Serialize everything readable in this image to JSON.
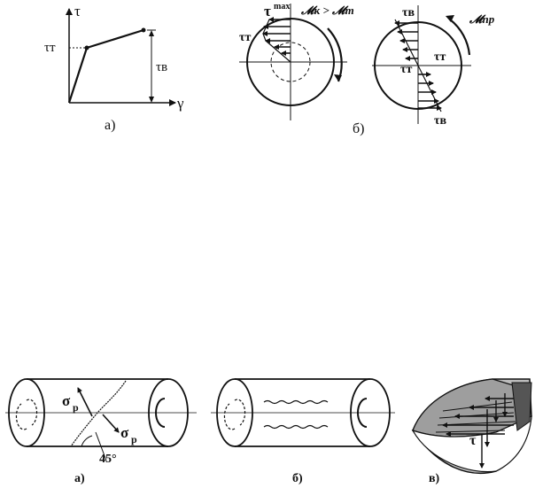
{
  "top_left": {
    "y_axis_label": "τ",
    "x_axis_label": "γ",
    "yield_label": "τт",
    "ultimate_label": "τв",
    "caption": "а)"
  },
  "top_right": {
    "tau_max_label": "τ",
    "tau_max_sup": "max",
    "moment_label": "𝓜к > 𝓜т",
    "tau_t_label": "τт",
    "tau_v_label": "τв",
    "moment_pr_label": "𝓜пр",
    "tau_t_inner_left": "τт",
    "tau_t_inner_right": "τт",
    "tau_v_bottom": "τв",
    "caption": "б)"
  },
  "bottom": {
    "sigma_label_1": "σ",
    "sigma_sub_1": "р",
    "sigma_label_2": "σ",
    "sigma_sub_2": "р",
    "angle_label": "45°",
    "caption_a": "а)",
    "caption_b": "б)",
    "caption_v": "в)",
    "tau_label": "τ"
  }
}
